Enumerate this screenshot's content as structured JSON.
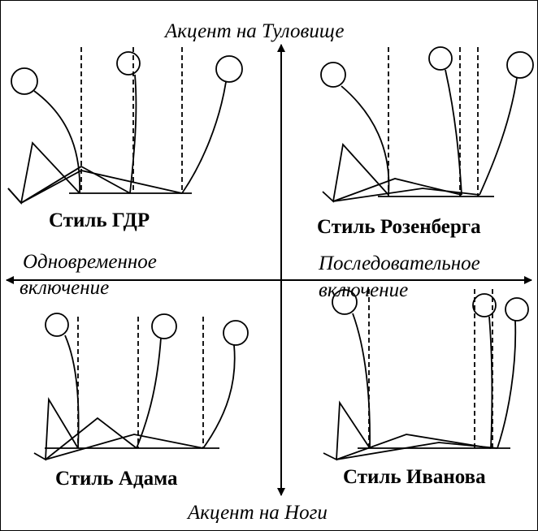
{
  "axes": {
    "top_label": "Акцент на Туловище",
    "bottom_label": "Акцент на Ноги",
    "left_label_line1": "Одновременное",
    "left_label_line2": "включение",
    "right_label_line1": "Последовательное",
    "right_label_line2": "включение"
  },
  "styles": {
    "top_left": "Стиль ГДР",
    "top_right": "Стиль Розенберга",
    "bottom_left": "Стиль Адама",
    "bottom_right": "Стиль Иванова"
  },
  "colors": {
    "ink": "#000000",
    "background": "#ffffff"
  }
}
